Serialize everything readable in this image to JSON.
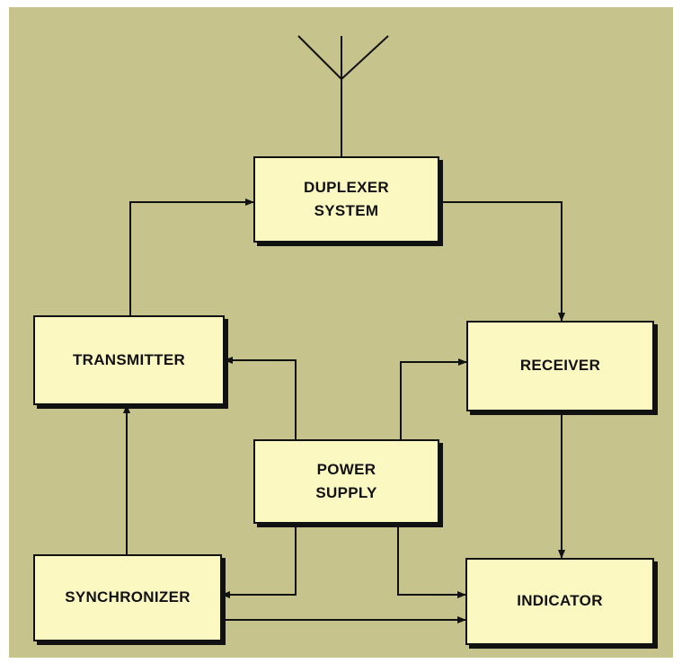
{
  "colors": {
    "background": "#c6c38c",
    "block_fill": "#fbf8c2",
    "line": "#111111"
  },
  "blocks": {
    "duplexer": {
      "line1": "DUPLEXER",
      "line2": "SYSTEM"
    },
    "transmitter": {
      "label": "TRANSMITTER"
    },
    "receiver": {
      "label": "RECEIVER"
    },
    "power_supply": {
      "line1": "POWER",
      "line2": "SUPPLY"
    },
    "synchronizer": {
      "label": "SYNCHRONIZER"
    },
    "indicator": {
      "label": "INDICATOR"
    }
  }
}
